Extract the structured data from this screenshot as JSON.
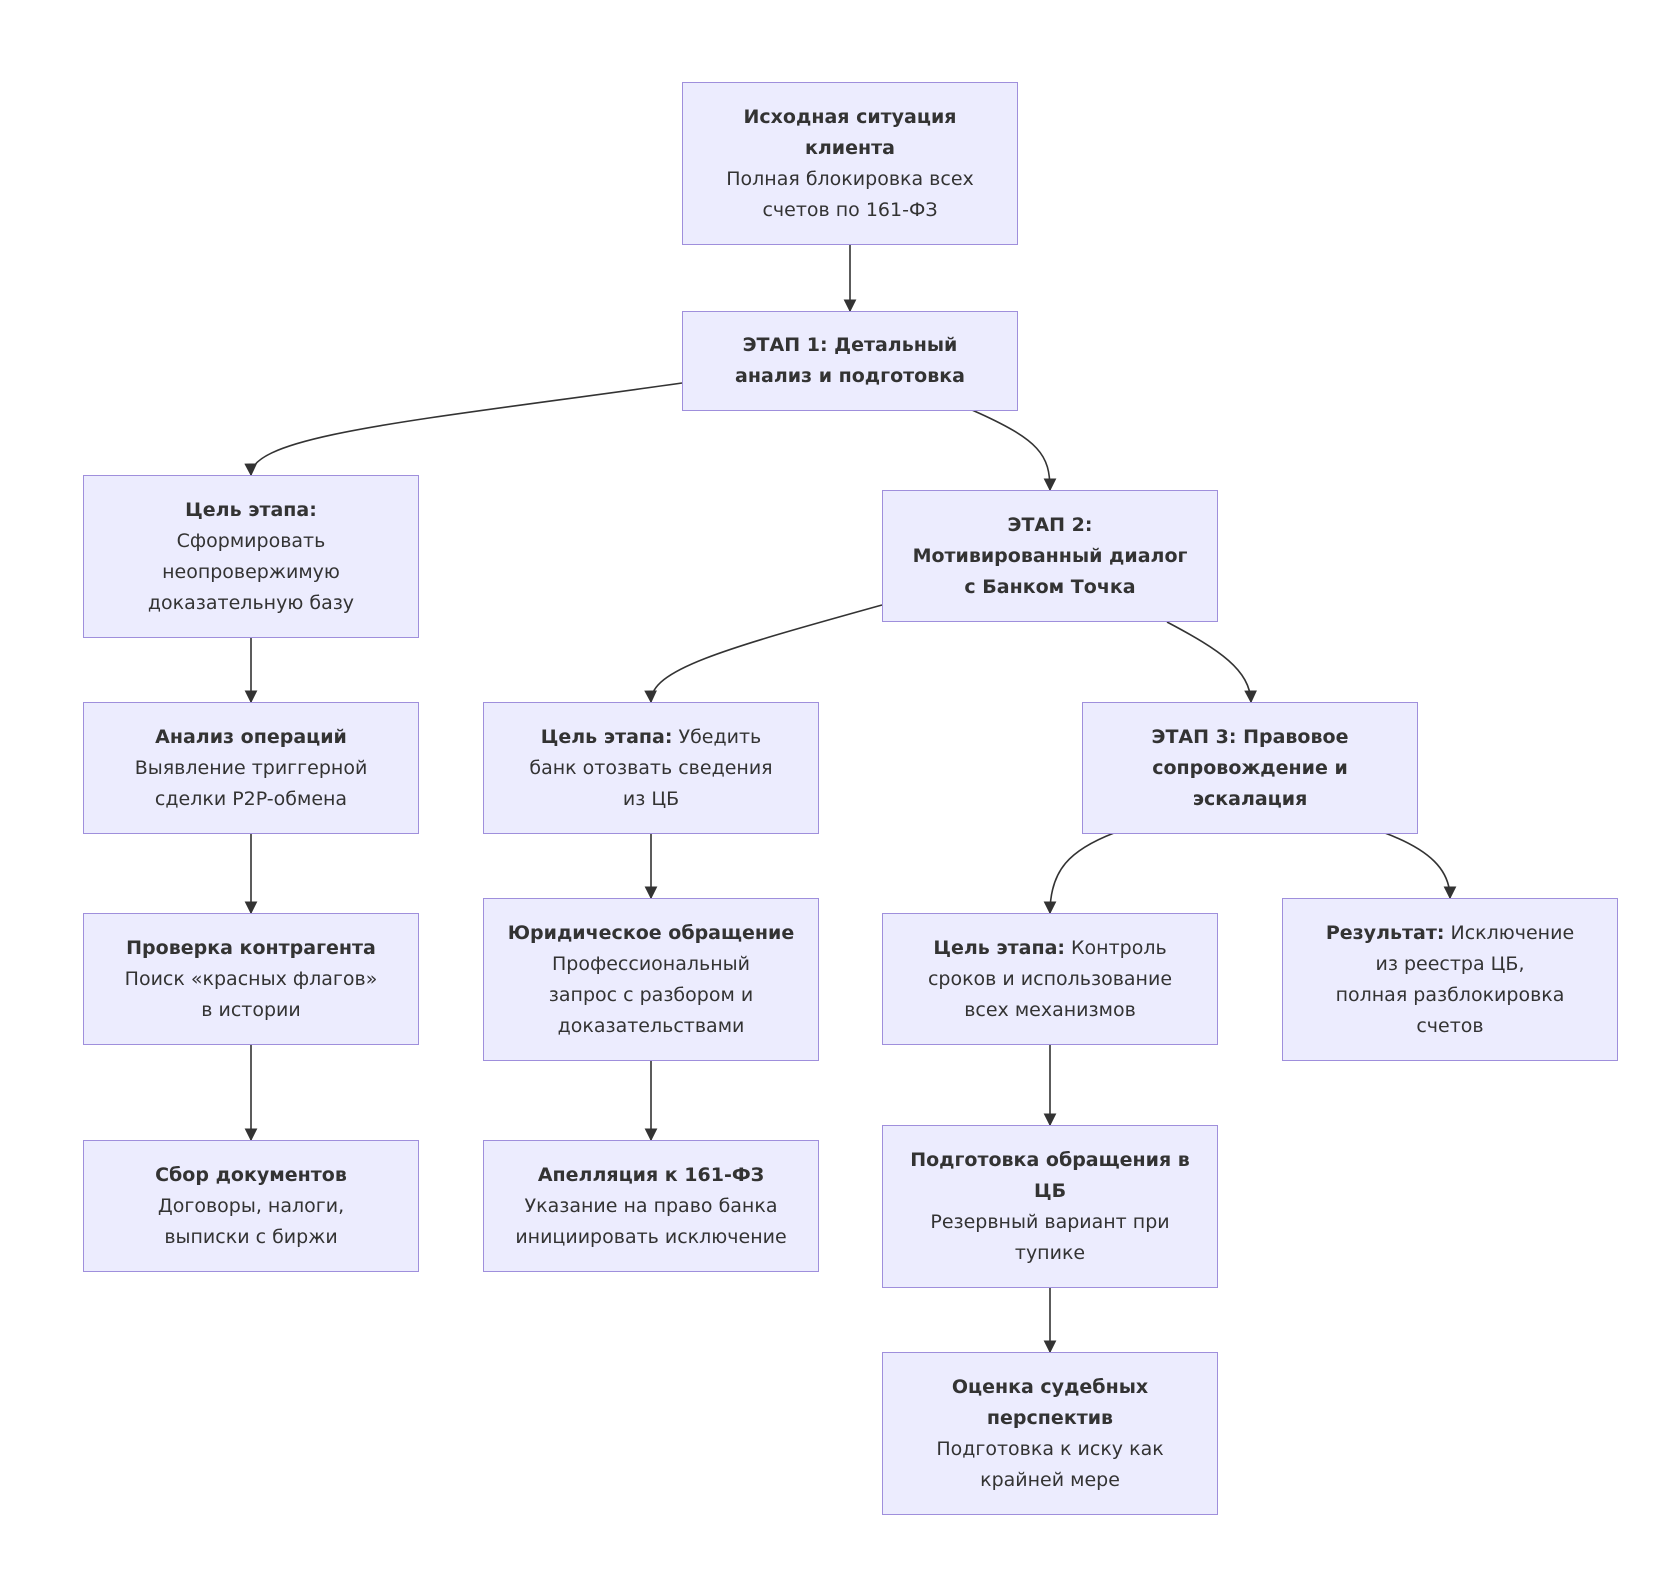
{
  "diagram": {
    "nodes": {
      "start": {
        "l1": "Исходная ситуация",
        "l2": "клиента",
        "l3": "Полная блокировка всех",
        "l4": "счетов по 161-ФЗ"
      },
      "stage1": {
        "l1": "ЭТАП 1: Детальный",
        "l2": "анализ и подготовка"
      },
      "goal1": {
        "l1": "Цель этапа:",
        "l2": "Сформировать",
        "l3": "неопровержимую",
        "l4": "доказательную базу"
      },
      "analysis": {
        "l1": "Анализ операций",
        "l2": "Выявление триггерной",
        "l3": "сделки P2P-обмена"
      },
      "check": {
        "l1": "Проверка контрагента",
        "l2": "Поиск «красных флагов»",
        "l3": "в истории"
      },
      "docs": {
        "l1": "Сбор документов",
        "l2": "Договоры, налоги,",
        "l3": "выписки с биржи"
      },
      "stage2": {
        "l1": "ЭТАП 2:",
        "l2": "Мотивированный диалог",
        "l3": "с Банком Точка"
      },
      "goal2": {
        "l1_bold": "Цель этапа:",
        "l1_rest": " Убедить",
        "l2": "банк отозвать сведения",
        "l3": "из ЦБ"
      },
      "legal": {
        "l1": "Юридическое обращение",
        "l2": "Профессиональный",
        "l3": "запрос с разбором и",
        "l4": "доказательствами"
      },
      "appeal": {
        "l1": "Апелляция к 161-ФЗ",
        "l2": "Указание на право банка",
        "l3": "инициировать исключение"
      },
      "stage3": {
        "l1": "ЭТАП 3: Правовое",
        "l2": "сопровождение и",
        "l3": "эскалация"
      },
      "goal3": {
        "l1_bold": "Цель этапа:",
        "l1_rest": " Контроль",
        "l2": "сроков и использование",
        "l3": "всех механизмов"
      },
      "result": {
        "l1_bold": "Результат:",
        "l1_rest": " Исключение",
        "l2": "из реестра ЦБ,",
        "l3": "полная разблокировка",
        "l4": "счетов"
      },
      "cbprep": {
        "l1": "Подготовка обращения в",
        "l2": "ЦБ",
        "l3": "Резервный вариант при",
        "l4": "тупике"
      },
      "court": {
        "l1": "Оценка судебных",
        "l2": "перспектив",
        "l3": "Подготовка к иску как",
        "l4": "крайней мере"
      }
    },
    "edges": [
      [
        "start",
        "stage1"
      ],
      [
        "stage1",
        "goal1"
      ],
      [
        "stage1",
        "stage2"
      ],
      [
        "goal1",
        "analysis"
      ],
      [
        "analysis",
        "check"
      ],
      [
        "check",
        "docs"
      ],
      [
        "stage2",
        "goal2"
      ],
      [
        "stage2",
        "stage3"
      ],
      [
        "goal2",
        "legal"
      ],
      [
        "legal",
        "appeal"
      ],
      [
        "stage3",
        "goal3"
      ],
      [
        "stage3",
        "result"
      ],
      [
        "goal3",
        "cbprep"
      ],
      [
        "cbprep",
        "court"
      ]
    ],
    "colors": {
      "node_fill": "#ececfe",
      "node_border": "#9f8fdc",
      "edge": "#333333",
      "text": "#333333"
    }
  }
}
